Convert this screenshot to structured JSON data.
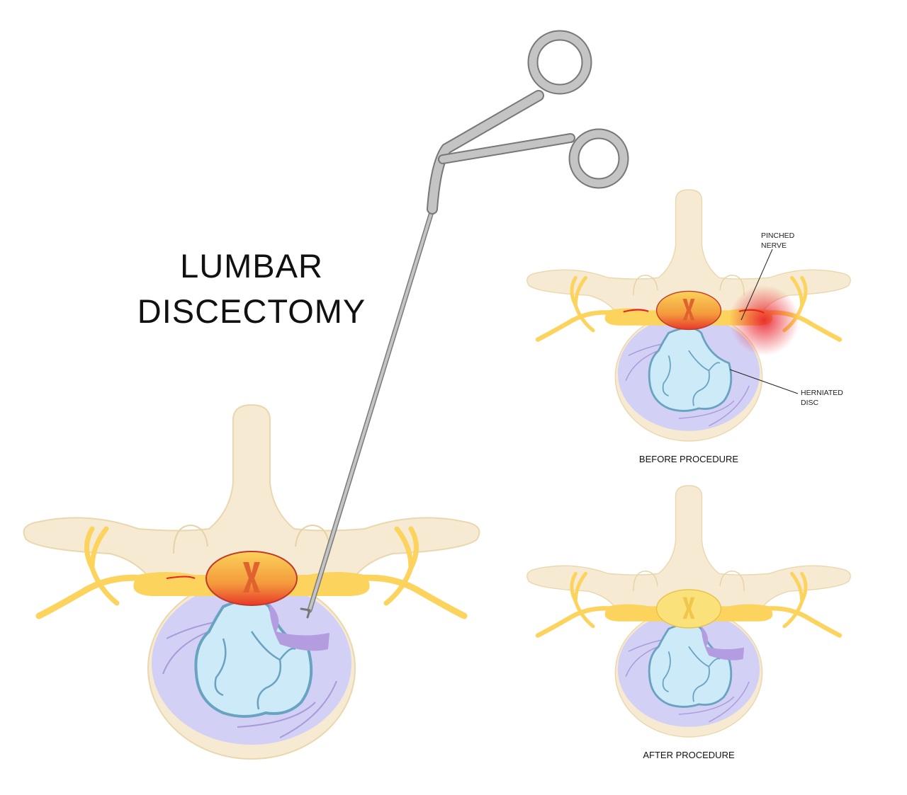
{
  "title": {
    "line1": "LUMBAR",
    "line2": "DISCECTOMY"
  },
  "labels": {
    "pinched_nerve": {
      "line1": "PINCHED",
      "line2": "NERVE"
    },
    "herniated_disc": {
      "line1": "HERNIATED",
      "line2": "DISC"
    }
  },
  "captions": {
    "before": "BEFORE PROCEDURE",
    "after": "AFTER PROCEDURE"
  },
  "colors": {
    "bone": "#f6ead2",
    "disc": "#d3d0f6",
    "nucleus": "#cdeaf8",
    "nerve": "#fcd35c",
    "inflamed": "#e8202a",
    "instrument": "#bdbdbd"
  }
}
